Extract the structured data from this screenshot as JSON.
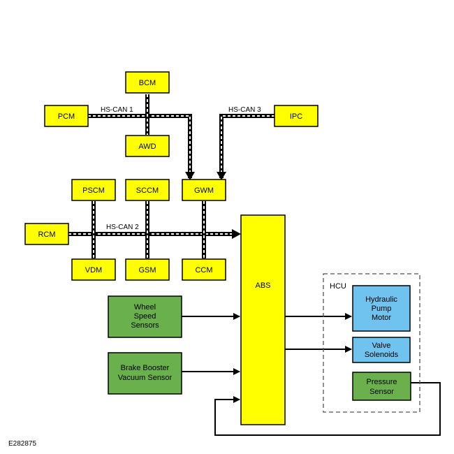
{
  "diagram": {
    "figure_code": "E282875",
    "modules": {
      "bcm": "BCM",
      "pcm": "PCM",
      "awd": "AWD",
      "ipc": "IPC",
      "pscm": "PSCM",
      "sccm": "SCCM",
      "gwm": "GWM",
      "rcm": "RCM",
      "vdm": "VDM",
      "gsm": "GSM",
      "ccm": "CCM",
      "abs": "ABS"
    },
    "buses": {
      "hs_can_1": "HS-CAN 1",
      "hs_can_2": "HS-CAN 2",
      "hs_can_3": "HS-CAN 3"
    },
    "sensors": {
      "wheel_speed": [
        "Wheel",
        "Speed",
        "Sensors"
      ],
      "brake_booster": [
        "Brake Booster",
        "Vacuum Sensor"
      ]
    },
    "hcu": {
      "label": "HCU",
      "pump_motor": [
        "Hydraulic",
        "Pump",
        "Motor"
      ],
      "valve_solenoids": [
        "Valve",
        "Solenoids"
      ],
      "pressure_sensor": [
        "Pressure",
        "Sensor"
      ]
    }
  }
}
